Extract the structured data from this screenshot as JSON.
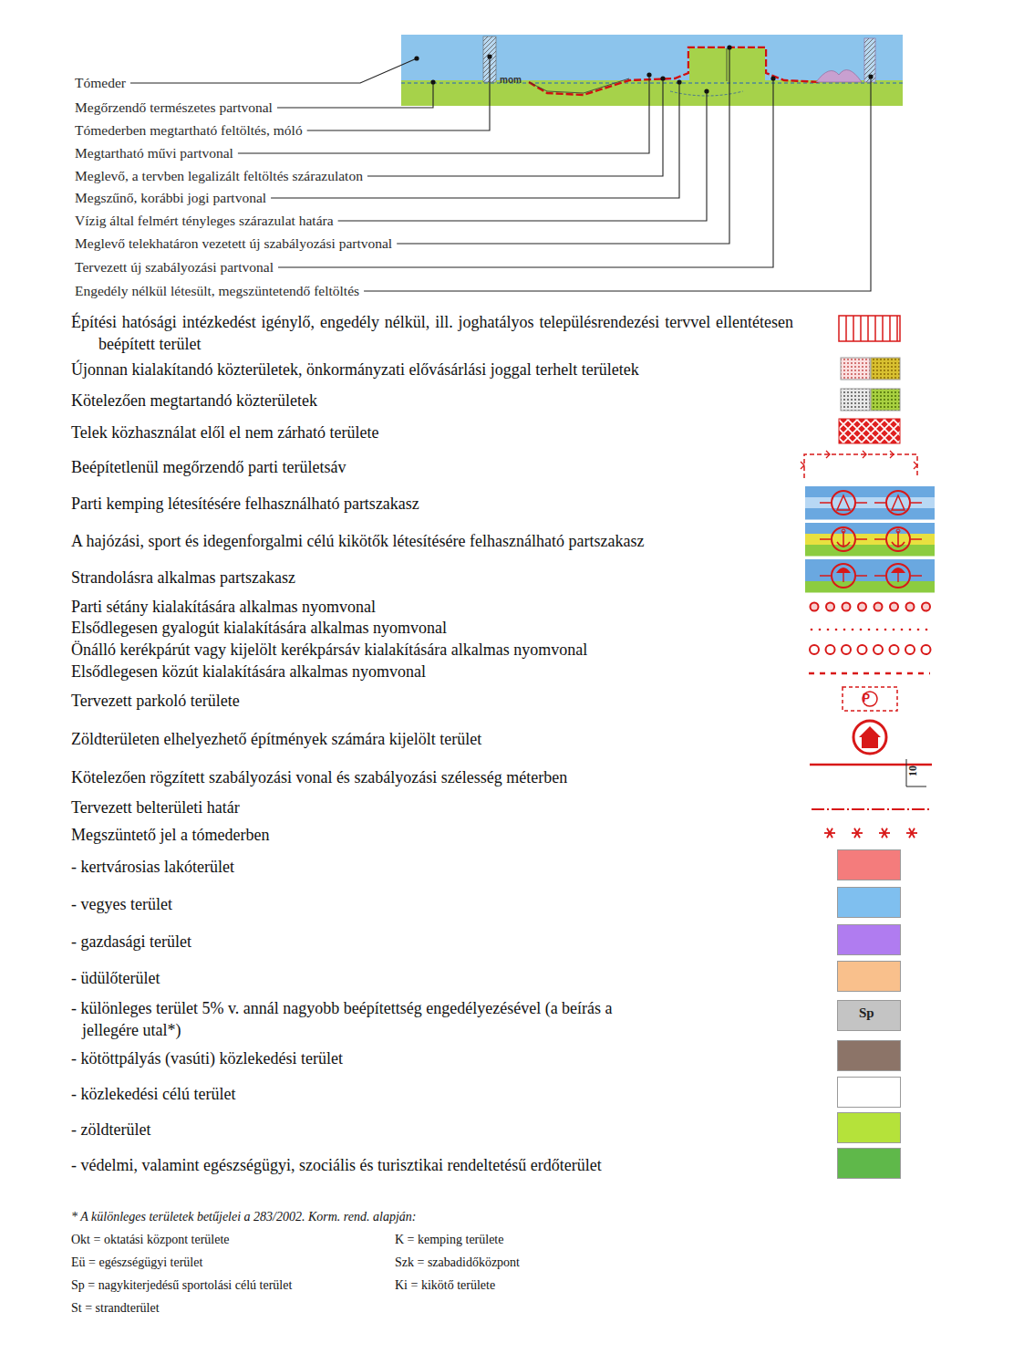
{
  "diagram": {
    "labels": [
      "Tómeder",
      "Megőrzendő természetes partvonal",
      "Tómederben megtartható feltöltés, móló",
      "Megtartható művi partvonal",
      "Meglevő, a tervben legalizált feltöltés szárazulaton",
      "Megszűnő, korábbi jogi partvonal",
      "Vízig által felmért tényleges szárazulat határa",
      "Meglevő telekhatáron vezetett új szabályozási partvonal",
      "Tervezett új szabályozási partvonal",
      "Engedély nélkül létesült, megszüntetendő feltöltés",
      "mom",
      "P",
      "Sp",
      "10",
      "* A különleges területek betűjelei a 283/2002. Korm. rend. alapján:",
      "Okt = oktatási központ területe",
      "Eü = egészségügyi terület",
      "Sp = nagykiterjedésű sportolási célú terület",
      "St = strandterület",
      "K = kemping területe",
      "Szk = szabadidőközpont",
      "Ki = kikötő területe"
    ],
    "legend": [
      {
        "text": "Építési hatósági intézkedést igénylő, engedély nélkül, ill. joghatályos településrendezési tervvel ellentétesen beépített terület"
      },
      {
        "text": "Újonnan kialakítandó közterületek, önkormányzati elővásárlási joggal terhelt területek"
      },
      {
        "text": "Kötelezően megtartandó közterületek"
      },
      {
        "text": "Telek közhasználat elől el nem zárható területe"
      },
      {
        "text": "Beépítetlenül megőrzendő parti területsáv"
      },
      {
        "text": "Parti kemping létesítésére felhasználható partszakasz"
      },
      {
        "text": "A hajózási, sport és idegenforgalmi célú kikötők létesítésére felhasználható partszakasz"
      },
      {
        "text": "Strandolásra alkalmas partszakasz"
      },
      {
        "text": "Parti sétány kialakítására alkalmas nyomvonal"
      },
      {
        "text": "Elsődlegesen gyalogút kialakítására alkalmas nyomvonal"
      },
      {
        "text": "Önálló kerékpárút vagy kijelölt kerékpársáv kialakítására alkalmas nyomvonal"
      },
      {
        "text": "Elsődlegesen közút kialakítására alkalmas nyomvonal"
      },
      {
        "text": "Tervezett parkoló területe"
      },
      {
        "text": "Zöldterületen elhelyezhető építmények számára kijelölt terület"
      },
      {
        "text": "Kötelezően rögzített szabályozási vonal és szabályozási szélesség méterben"
      },
      {
        "text": "Tervezett belterületi határ"
      },
      {
        "text": "Megszüntető jel a tómederben"
      },
      {
        "text": "- kertvárosias lakóterület",
        "color": "#f47c7c"
      },
      {
        "text": "- vegyes terület",
        "color": "#7fbfef"
      },
      {
        "text": "- gazdasági terület",
        "color": "#b07cf0"
      },
      {
        "text": "- üdülőterület",
        "color": "#f9c08c"
      },
      {
        "text": "- különleges terület 5% v. annál nagyobb beépítettség engedélyezésével (a beírás a jellegére utal*)",
        "color": "#c4c4c4"
      },
      {
        "text": "- kötöttpályás (vasúti) közlekedési terület",
        "color": "#8c7468"
      },
      {
        "text": "- közlekedési célú terület",
        "color": "#ffffff"
      },
      {
        "text": "- zöldterület",
        "color": "#b5e23a"
      },
      {
        "text": "- védelmi, valamint egészségügyi, szociális és turisztikai rendeltetésű erdőterület",
        "color": "#5fb84a"
      }
    ]
  }
}
